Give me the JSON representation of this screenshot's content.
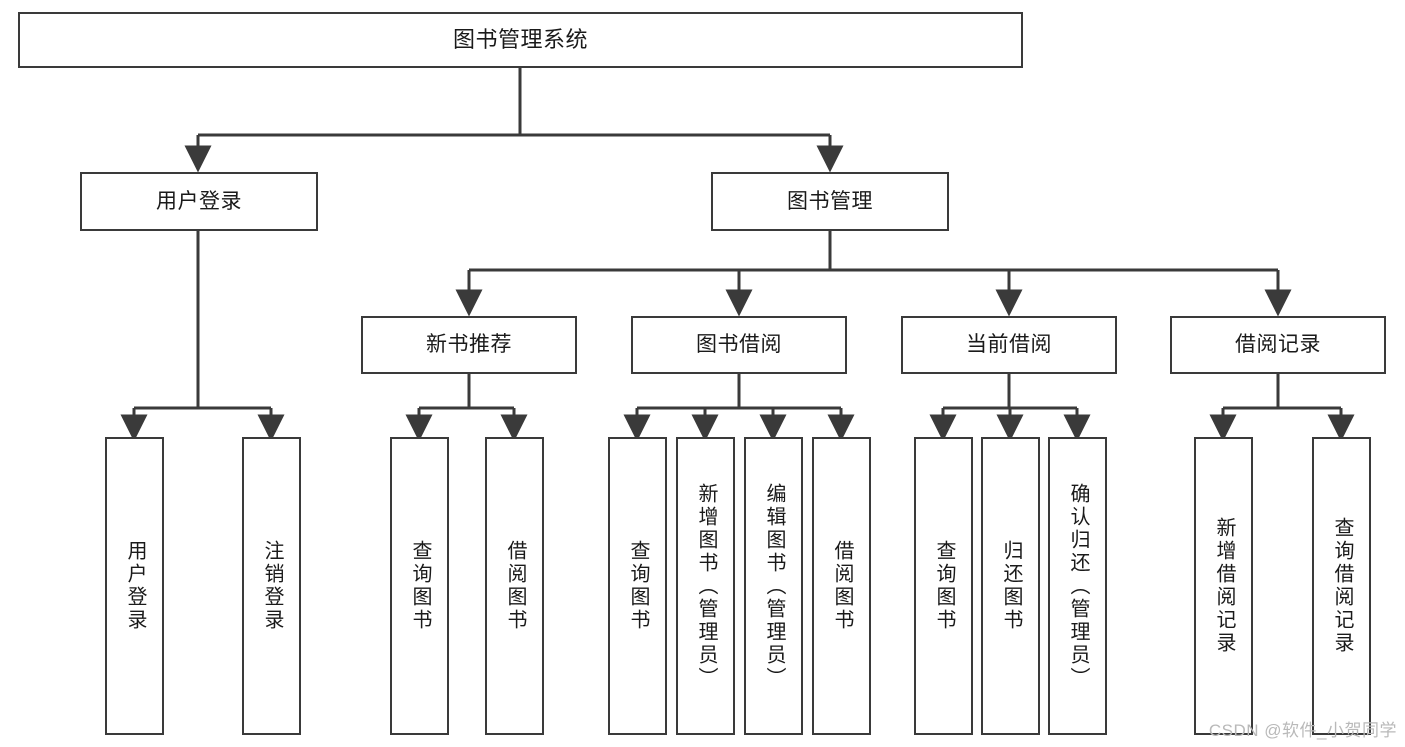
{
  "diagram": {
    "title": "图书管理系统",
    "type": "tree-hierarchy-diagram",
    "watermark": "CSDN @软件_小贺同学",
    "colors": {
      "stroke": "#3a3a3a",
      "fill": "#ffffff",
      "text": "#1a1a1a",
      "watermark": "#b9b9b9"
    },
    "levels": {
      "root": "图书管理系统",
      "level1": [
        "用户登录",
        "图书管理"
      ],
      "level2": [
        "新书推荐",
        "图书借阅",
        "当前借阅",
        "借阅记录"
      ],
      "level3_groups": [
        {
          "parent": "用户登录",
          "leaves": [
            "用户登录",
            "注销登录"
          ]
        },
        {
          "parent": "新书推荐",
          "leaves": [
            "查询图书",
            "借阅图书"
          ]
        },
        {
          "parent": "图书借阅",
          "leaves": [
            "查询图书",
            "新增图书（管理员）",
            "编辑图书（管理员）",
            "借阅图书"
          ]
        },
        {
          "parent": "当前借阅",
          "leaves": [
            "查询图书",
            "归还图书",
            "确认归还（管理员）"
          ]
        },
        {
          "parent": "借阅记录",
          "leaves": [
            "新增借阅记录",
            "查询借阅记录"
          ]
        }
      ]
    },
    "nodes": {
      "root": {
        "label": "图书管理系统"
      },
      "user_login": {
        "label": "用户登录"
      },
      "book_manage": {
        "label": "图书管理"
      },
      "new_book_rec": {
        "label": "新书推荐"
      },
      "book_borrow": {
        "label": "图书借阅"
      },
      "current_borrow": {
        "label": "当前借阅"
      },
      "borrow_record": {
        "label": "借阅记录"
      },
      "leaf_user_login": {
        "label": "用户登录"
      },
      "leaf_user_logout": {
        "label": "注销登录"
      },
      "leaf_rec_query": {
        "label": "查询图书"
      },
      "leaf_rec_borrow": {
        "label": "借阅图书"
      },
      "leaf_bb_query": {
        "label": "查询图书"
      },
      "leaf_bb_add": {
        "label": "新增图书（管理员）"
      },
      "leaf_bb_edit": {
        "label": "编辑图书（管理员）"
      },
      "leaf_bb_borrow": {
        "label": "借阅图书"
      },
      "leaf_cb_query": {
        "label": "查询图书"
      },
      "leaf_cb_return": {
        "label": "归还图书"
      },
      "leaf_cb_confirm": {
        "label": "确认归还（管理员）"
      },
      "leaf_br_add": {
        "label": "新增借阅记录"
      },
      "leaf_br_query": {
        "label": "查询借阅记录"
      }
    }
  }
}
